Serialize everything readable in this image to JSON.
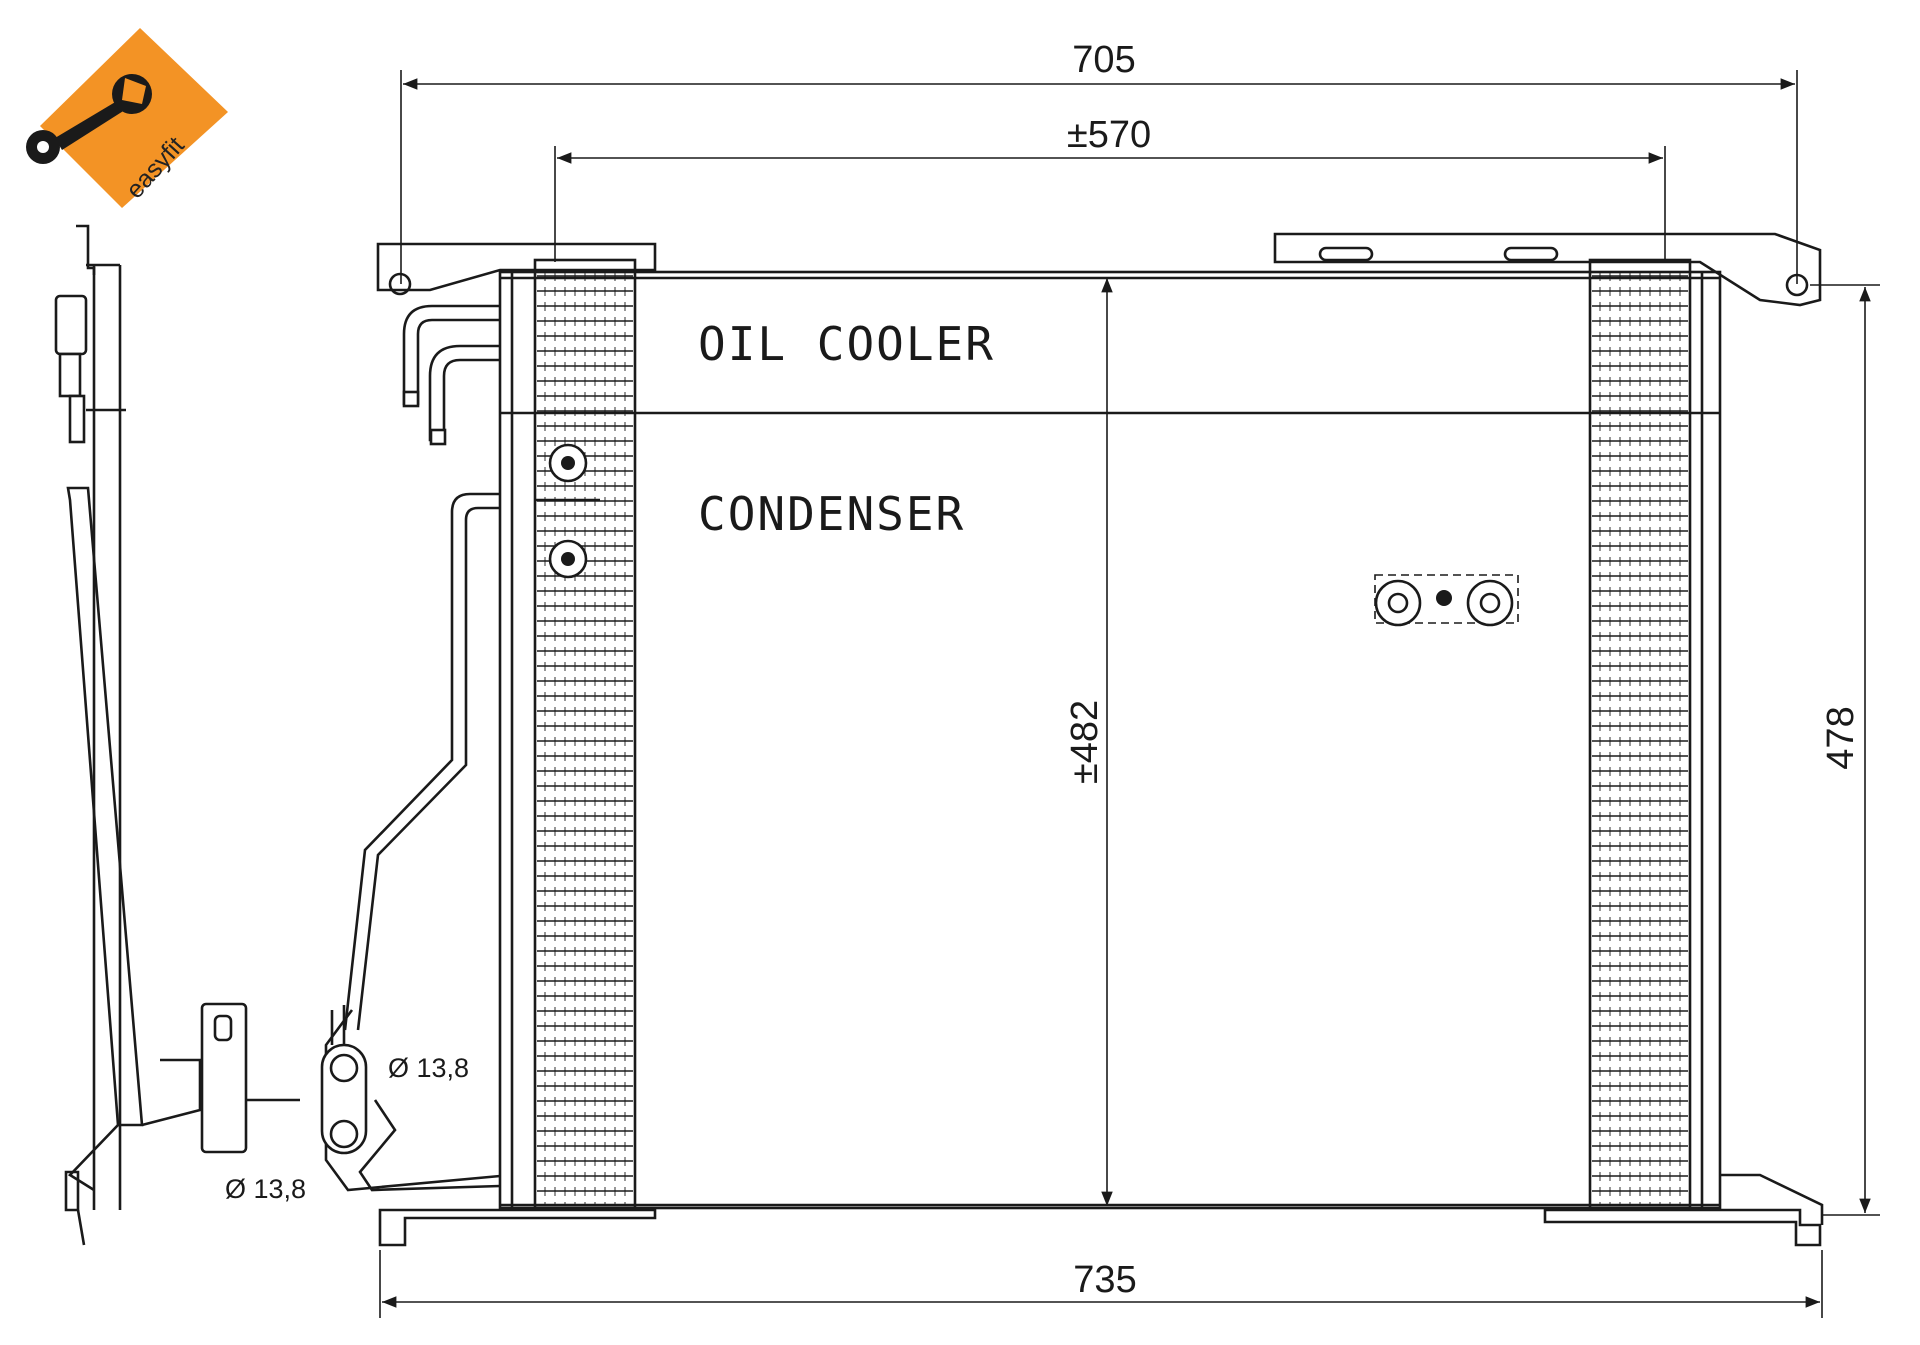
{
  "badge": {
    "text": "easyfit",
    "color": "#f39325"
  },
  "labels": {
    "oil_cooler": "OIL COOLER",
    "condenser": "CONDENSER"
  },
  "dimensions": {
    "overall_width_top": "705",
    "core_width": "±570",
    "core_height": "±482",
    "overall_height": "478",
    "overall_width_bottom": "735",
    "pipe_diameter_right": "Ø 13,8",
    "pipe_diameter_left": "Ø 13,8"
  },
  "colors": {
    "line": "#1a1a1a",
    "badge": "#f39325",
    "background": "#ffffff"
  }
}
